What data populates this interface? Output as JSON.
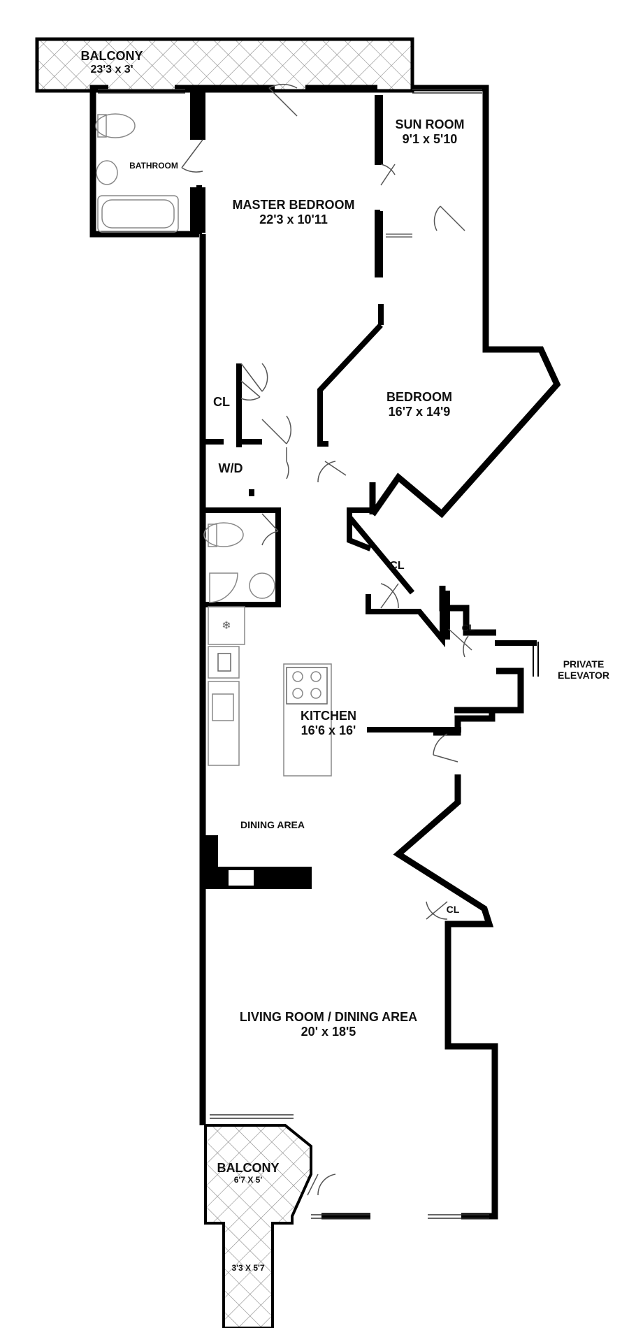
{
  "rooms": {
    "balcony_top": {
      "name": "BALCONY",
      "dims": "23'3 x 3'"
    },
    "bathroom": {
      "name": "BATHROOM"
    },
    "master_bedroom": {
      "name": "MASTER BEDROOM",
      "dims": "22'3 x 10'11"
    },
    "sun_room": {
      "name": "SUN ROOM",
      "dims": "9'1 x 5'10"
    },
    "bedroom": {
      "name": "BEDROOM",
      "dims": "16'7 x 14'9"
    },
    "closet_1": {
      "name": "CL"
    },
    "wd": {
      "name": "W/D"
    },
    "closet_2": {
      "name": "CL"
    },
    "closet_3": {
      "name": "CL"
    },
    "private_elevator": {
      "line1": "PRIVATE",
      "line2": "ELEVATOR"
    },
    "kitchen": {
      "name": "KITCHEN",
      "dims": "16'6 x 16'"
    },
    "dining_area": {
      "name": "DINING AREA"
    },
    "closet_4": {
      "name": "CL"
    },
    "living_room": {
      "name": "LIVING ROOM / DINING AREA",
      "dims": "20' x 18'5"
    },
    "balcony_bottom": {
      "name": "BALCONY",
      "dims": "6'7 X 5'",
      "dims2": "3'3 X 5'7"
    }
  },
  "colors": {
    "wall": "#000000",
    "fixture": "#9a9a9a",
    "balcony_hatch": "#8c8c8c"
  }
}
